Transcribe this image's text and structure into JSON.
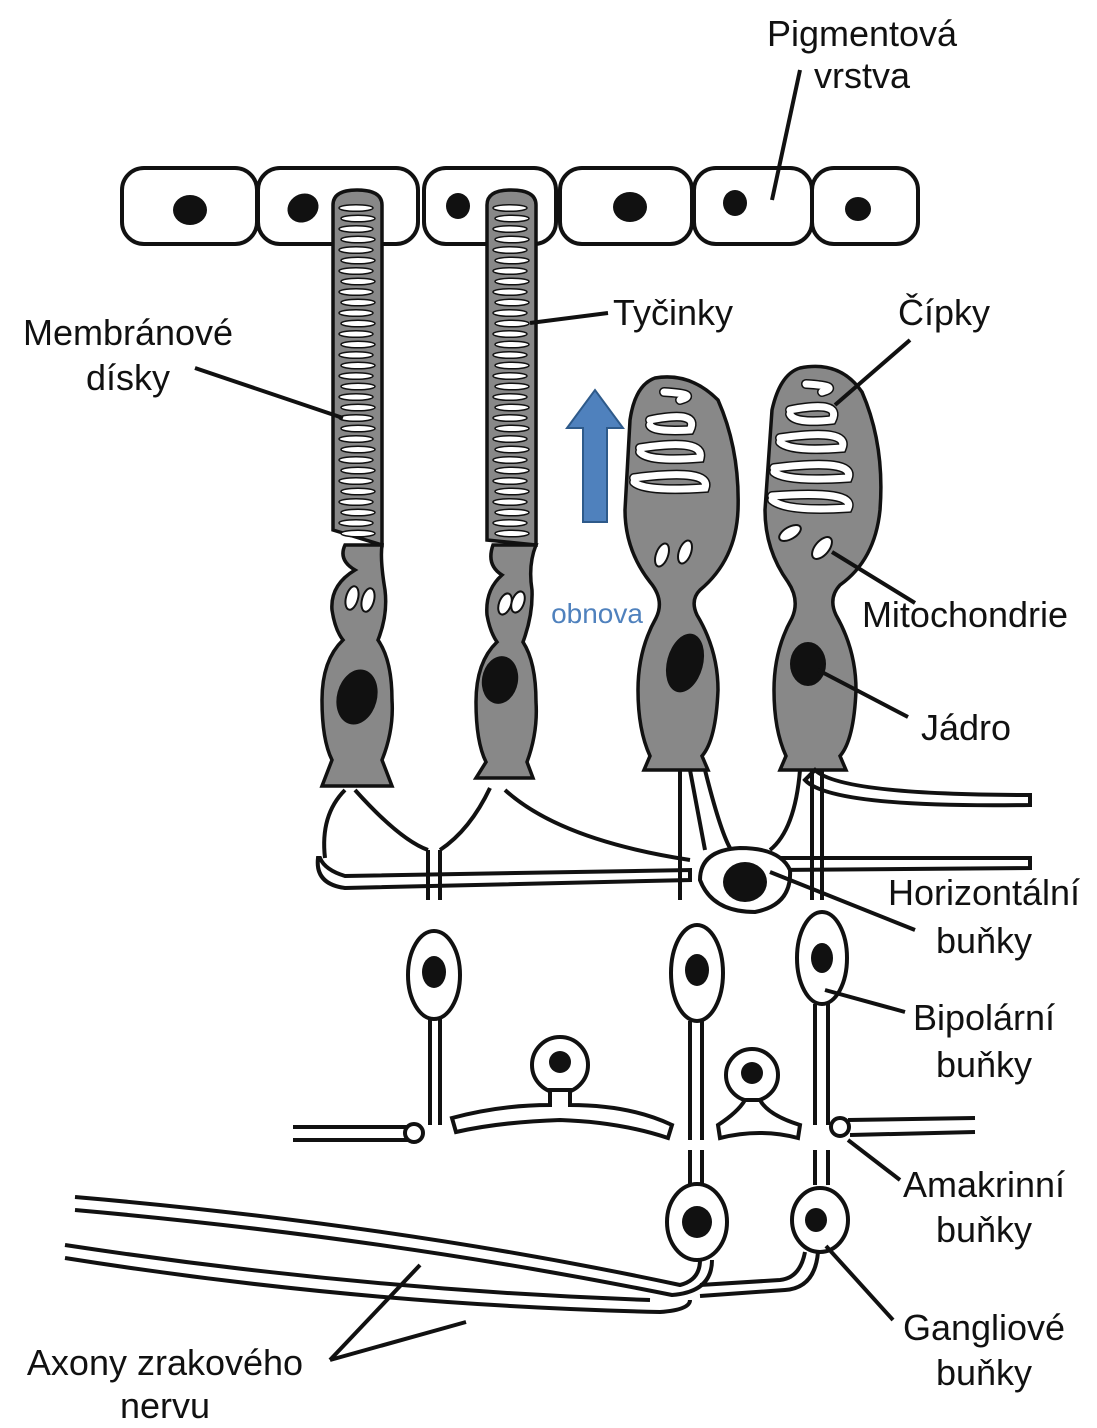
{
  "labels": {
    "pigment_line1": "Pigmentová",
    "pigment_line2": "vrstva",
    "rods": "Tyčinky",
    "cones": "Čípky",
    "discs_line1": "Membránové",
    "discs_line2": "dísky",
    "renewal": "obnova",
    "mito": "Mitochondrie",
    "nucleus": "Jádro",
    "horizontal_line1": "Horizontální",
    "horizontal_line2": "buňky",
    "bipolar_line1": "Bipolární",
    "bipolar_line2": "buňky",
    "amacrine_line1": "Amakrinní",
    "amacrine_line2": "buňky",
    "ganglion_line1": "Gangliové",
    "ganglion_line2": "buňky",
    "axons_line1": "Axony zrakového",
    "axons_line2": "nervu"
  },
  "colors": {
    "arrow": "#4f81bd",
    "renewal_text": "#4f81bd",
    "cell_fill": "#888888",
    "ink": "#111111"
  },
  "icons": {
    "arrow": "up-arrow-icon"
  }
}
